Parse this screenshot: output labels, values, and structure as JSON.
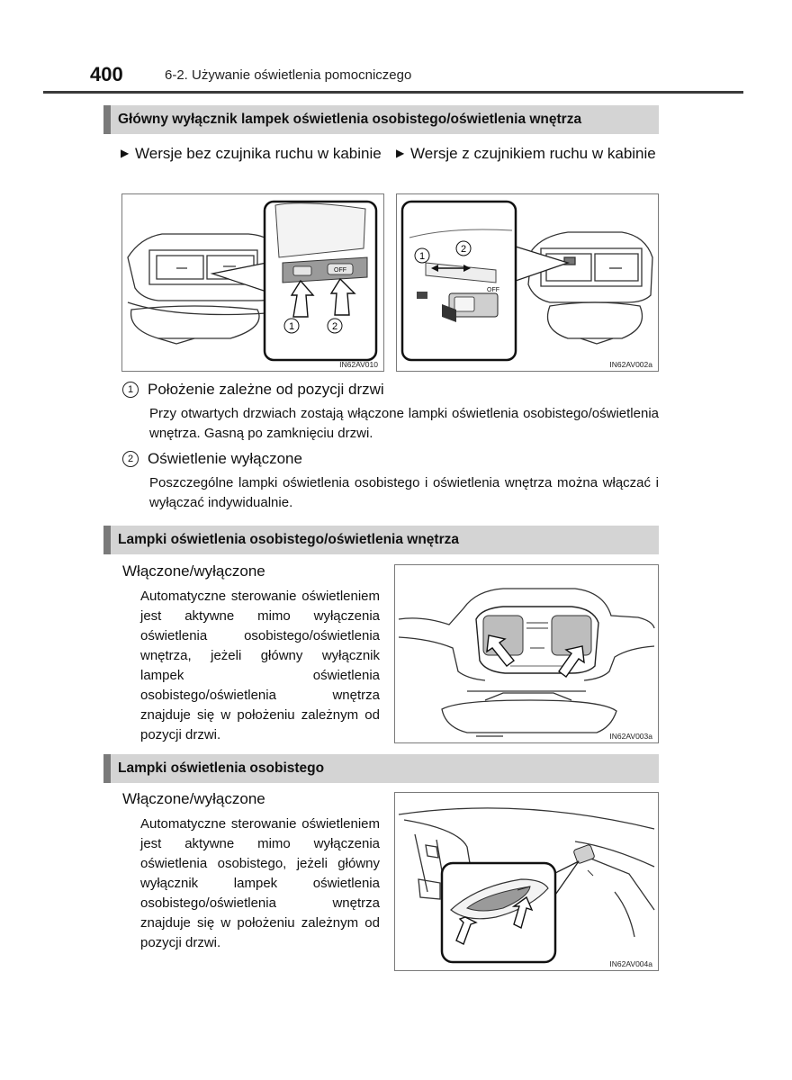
{
  "header": {
    "page_number": "400",
    "chapter": "6-2. Używanie oświetlenia pomocniczego"
  },
  "section1": {
    "title": "Główny wyłącznik lampek oświetlenia osobistego/oświetlenia wnętrza",
    "variant_left": "Wersje bez czujnika ruchu w kabinie",
    "variant_right": "Wersje z czujnikiem ruchu w kabinie",
    "figure_left": {
      "code": "IN62AV010",
      "labels": [
        "1",
        "2"
      ],
      "switch_off": "OFF"
    },
    "figure_right": {
      "code": "IN62AV002a",
      "labels": [
        "1",
        "2"
      ],
      "switch_off": "OFF"
    },
    "items": [
      {
        "number": "1",
        "heading": "Położenie zależne od pozycji drzwi",
        "description": "Przy otwartych drzwiach zostają włączone lampki oświetlenia osobistego/oświetlenia wnętrza. Gasną po zamknięciu drzwi."
      },
      {
        "number": "2",
        "heading": "Oświetlenie wyłączone",
        "description": "Poszczególne lampki oświetlenia osobistego i oświetlenia wnętrza można włączać i wyłączać indywidualnie."
      }
    ]
  },
  "section2": {
    "title": "Lampki oświetlenia osobistego/oświetlenia wnętrza",
    "subtitle": "Włączone/wyłączone",
    "text": "Automatyczne sterowanie oświetleniem jest aktywne mimo wyłączenia oświetlenia osobistego/oświetlenia wnętrza, jeżeli główny wyłącznik lampek oświetlenia osobistego/oświetlenia wnętrza znajduje się w położeniu zależnym od pozycji drzwi.",
    "figure": {
      "code": "IN62AV003a"
    }
  },
  "section3": {
    "title": "Lampki oświetlenia osobistego",
    "subtitle": "Włączone/wyłączone",
    "text": "Automatyczne sterowanie oświetleniem jest aktywne mimo wyłączenia oświetlenia osobistego, jeżeli główny wyłącznik lampek oświetlenia osobistego/oświetlenia wnętrza znajduje się w położeniu zależnym od pozycji drzwi.",
    "figure": {
      "code": "IN62AV004a"
    }
  }
}
